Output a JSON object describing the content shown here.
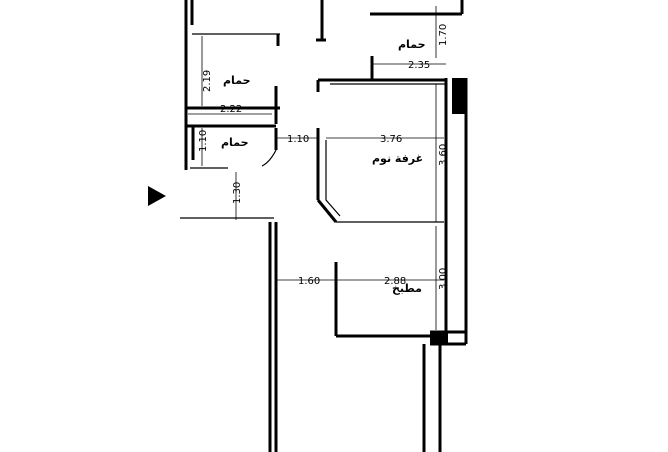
{
  "rooms": {
    "bath_top_right": "حمام",
    "bath_left": "حمام",
    "bath_small": "حمام",
    "bedroom": "غرفة نوم",
    "kitchen": "مطبخ"
  },
  "dimensions": {
    "d_170": "1.70",
    "d_235": "2.35",
    "d_219": "2.19",
    "d_222": "2.22",
    "d_110_v": "1.10",
    "d_110_h": "1.10",
    "d_376": "3.76",
    "d_360": "3.60",
    "d_130": "1.30",
    "d_160": "1.60",
    "d_288": "2.88",
    "d_300": "3.00"
  },
  "icons": {
    "entrance_marker": "north-triangle-icon"
  }
}
